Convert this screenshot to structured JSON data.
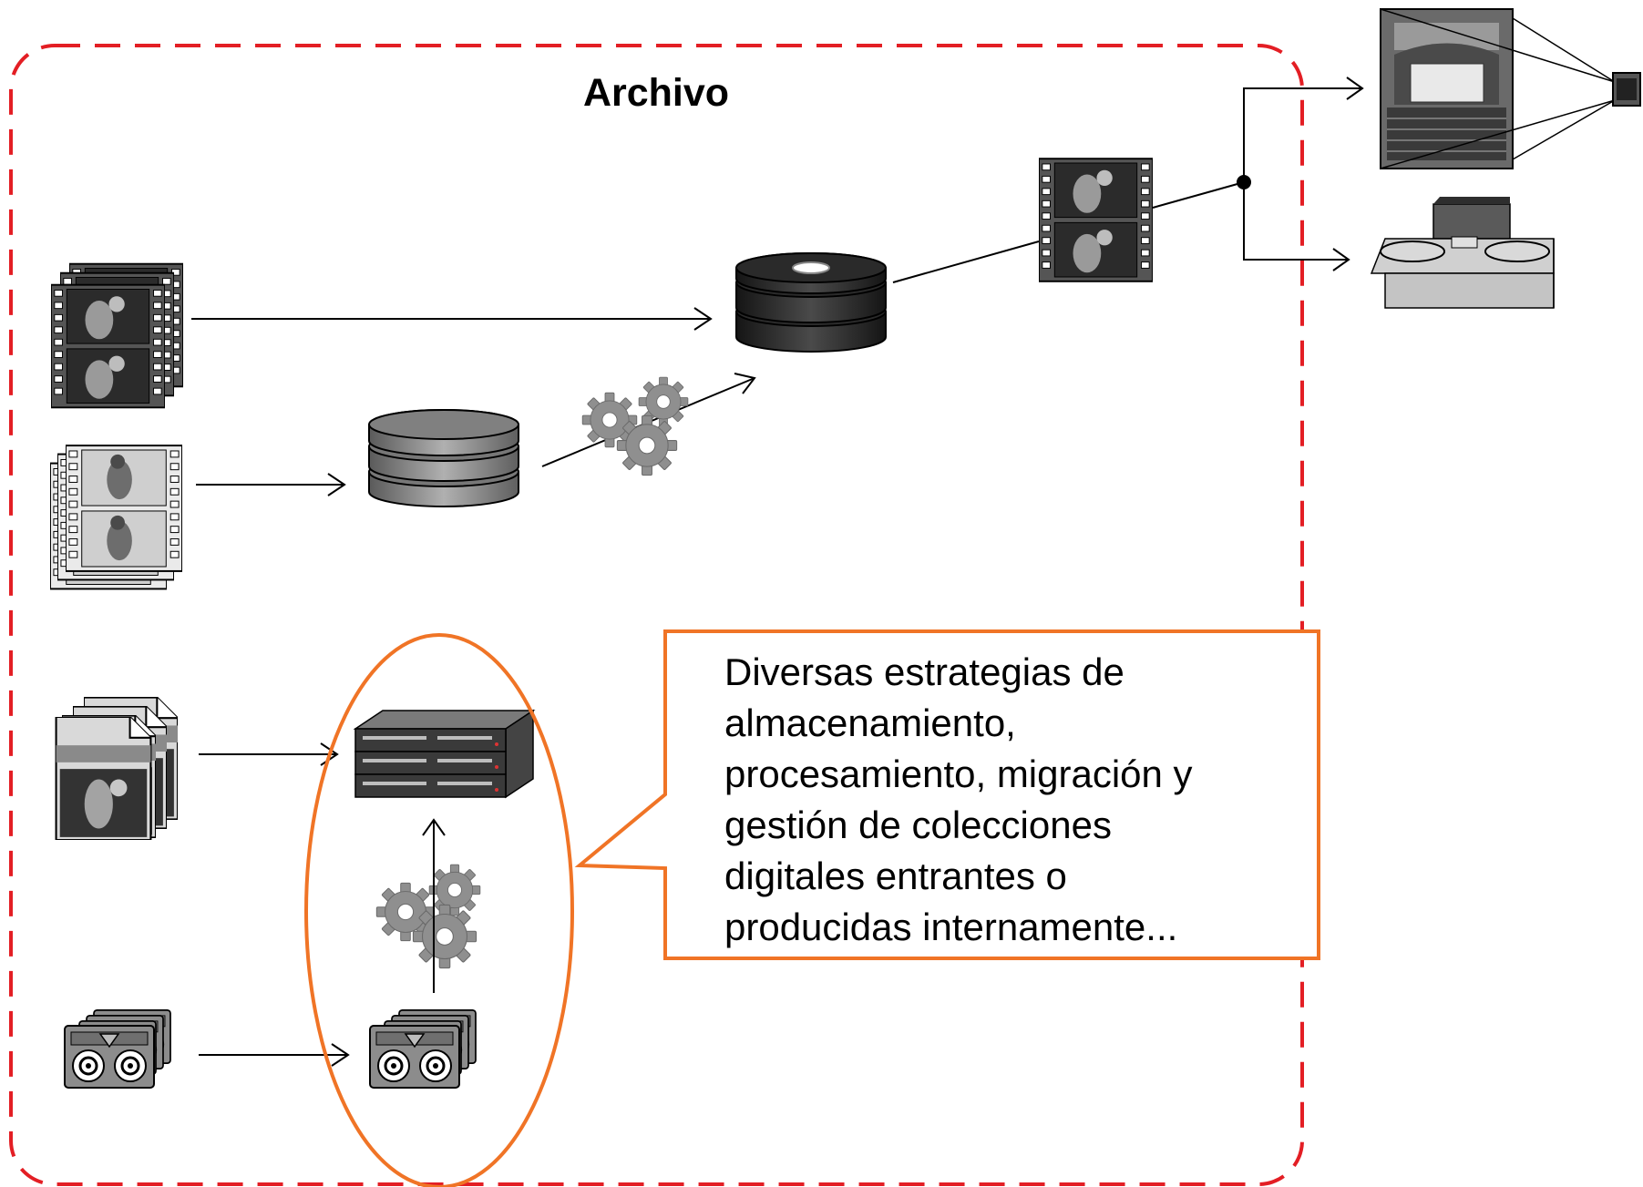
{
  "archive": {
    "title": "Archivo",
    "border_color": "#e31e24"
  },
  "callout": {
    "lines": [
      "Diversas estrategias de",
      "almacenamiento,",
      "procesamiento, migración y",
      "gestión de colecciones",
      "digitales entrantes o",
      "producidas internamente..."
    ],
    "border_color": "#f07426"
  },
  "icons": [
    "film-strip-stack-icon",
    "negative-film-stack-icon",
    "image-file-stack-icon",
    "video-tape-stack-icon",
    "disk-storage-icon",
    "database-icon",
    "server-rack-icon",
    "gears-icon",
    "film-strip-icon",
    "cinema-projection-icon",
    "film-editing-table-icon"
  ]
}
